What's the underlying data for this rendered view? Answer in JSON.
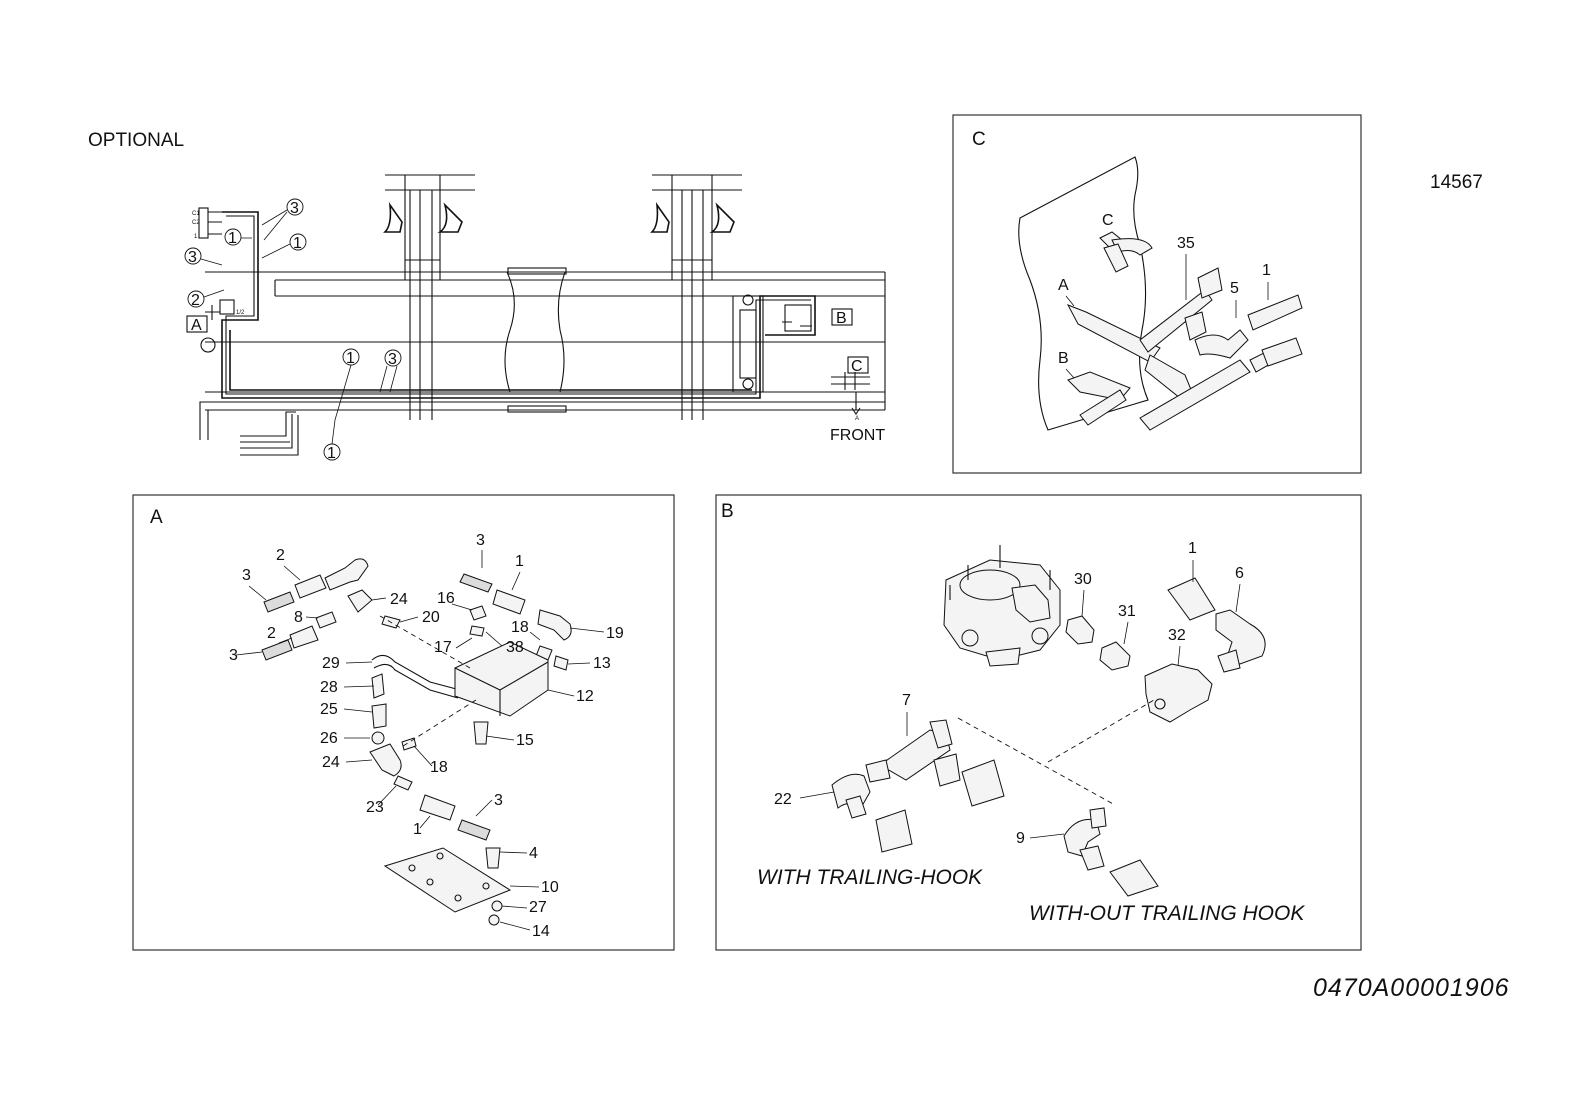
{
  "optional_label": "OPTIONAL",
  "ref_number": "14567",
  "drawing_code": "0470A00001906",
  "overview": {
    "front_label": "FRONT",
    "callout_a": "A",
    "callout_b": "B",
    "callout_c": "C",
    "circled": [
      "3",
      "1",
      "1",
      "3",
      "2",
      "1",
      "3",
      "1"
    ]
  },
  "panel_a": {
    "title": "A",
    "labels": [
      "2",
      "3",
      "24",
      "8",
      "20",
      "2",
      "3",
      "3",
      "1",
      "16",
      "18",
      "38",
      "17",
      "19",
      "13",
      "29",
      "28",
      "25",
      "26",
      "24",
      "12",
      "15",
      "18",
      "23",
      "1",
      "3",
      "4",
      "10",
      "27",
      "14"
    ]
  },
  "panel_b": {
    "title": "B",
    "labels": [
      "30",
      "31",
      "32",
      "1",
      "6",
      "7",
      "22",
      "9"
    ],
    "with_hook": "WITH TRAILING-HOOK",
    "without_hook": "WITH-OUT TRAILING HOOK"
  },
  "panel_c": {
    "title": "C",
    "labels": [
      "C",
      "35",
      "1",
      "5",
      "A",
      "B"
    ]
  }
}
